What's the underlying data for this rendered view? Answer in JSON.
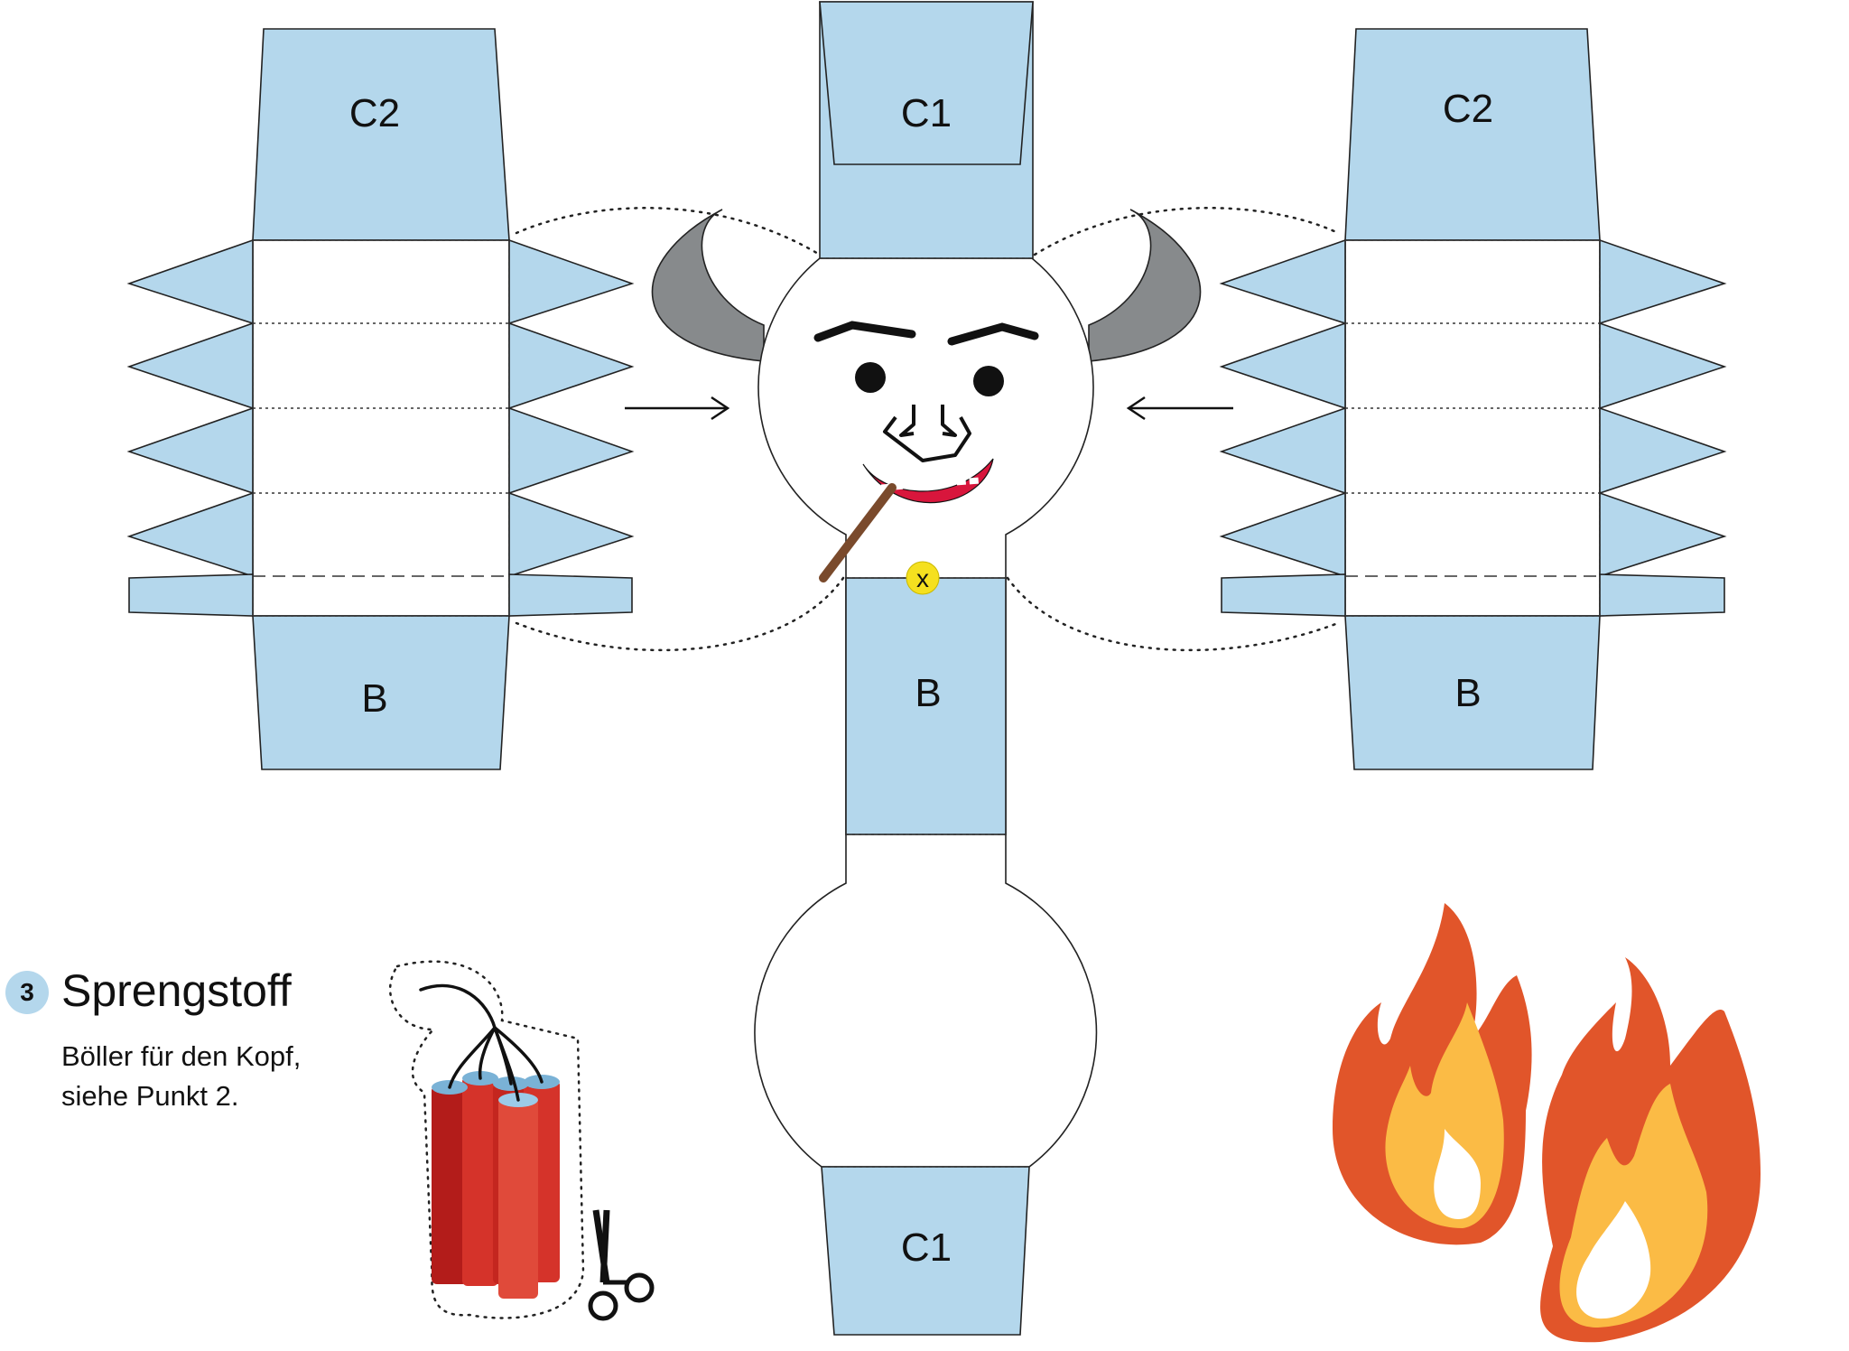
{
  "labels": {
    "c2_left": "C2",
    "c2_right": "C2",
    "c1_top": "C1",
    "c1_bottom": "C1",
    "b_left": "B",
    "b_center": "B",
    "b_right": "B",
    "marker": "x"
  },
  "section": {
    "step_number": "3",
    "heading": "Sprengstoff",
    "description_line1": "Böller für den Kopf,",
    "description_line2": "siehe Punkt 2."
  },
  "colors": {
    "panel_blue": "#b4d7ec",
    "horn_gray": "#878a8c",
    "mouth_red": "#d8163c",
    "marker_yellow": "#f5e01f",
    "dynamite_red": "#d5332a",
    "flame_orange": "#e1552a",
    "flame_yellow": "#fbbb45"
  },
  "icons": [
    "arrow-right-icon",
    "arrow-left-icon",
    "scissors-icon",
    "dynamite-icon",
    "flame-icon"
  ]
}
